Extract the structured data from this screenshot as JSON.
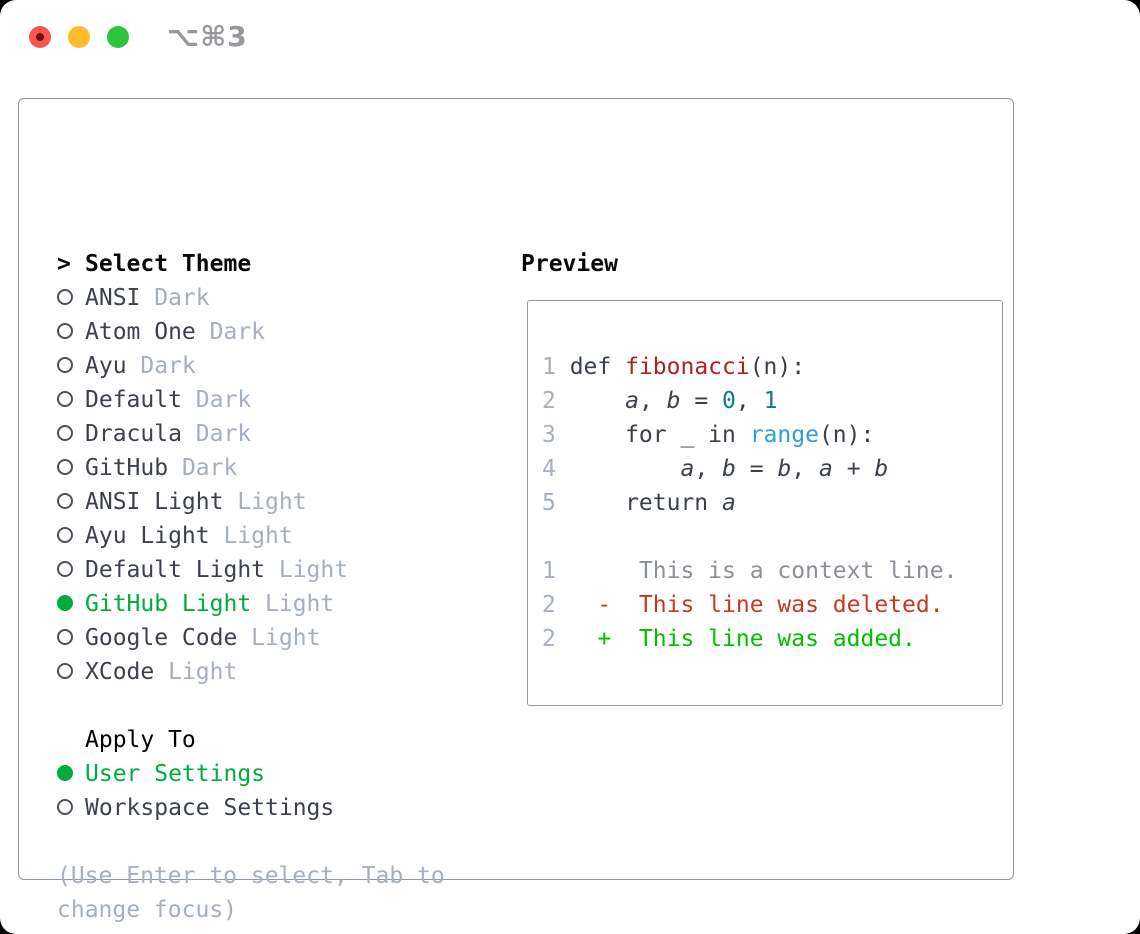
{
  "window": {
    "title": "⌥⌘3",
    "controls": [
      "close",
      "minimize",
      "zoom"
    ]
  },
  "colors": {
    "selection_green": "#00ab40",
    "added_green": "#00bf00",
    "deleted_red": "#c63a22",
    "function_red": "#a7271f",
    "builtin_blue": "#2e9fd6",
    "number_teal": "#0c7d87",
    "code_text": "#3b414b",
    "muted_gray": "#a6afbc",
    "context_gray": "#8b9097",
    "panel_border": "#8e98a4",
    "traffic_red": "#f8564f",
    "traffic_yellow": "#fdbc2e",
    "traffic_green": "#2dc43e"
  },
  "theme_selector": {
    "header": {
      "prefix": ">",
      "label": "Select Theme"
    },
    "themes": [
      {
        "name": "ANSI",
        "variant": "Dark",
        "selected": false
      },
      {
        "name": "Atom One",
        "variant": "Dark",
        "selected": false
      },
      {
        "name": "Ayu",
        "variant": "Dark",
        "selected": false
      },
      {
        "name": "Default",
        "variant": "Dark",
        "selected": false
      },
      {
        "name": "Dracula",
        "variant": "Dark",
        "selected": false
      },
      {
        "name": "GitHub",
        "variant": "Dark",
        "selected": false
      },
      {
        "name": "ANSI Light",
        "variant": "Light",
        "selected": false
      },
      {
        "name": "Ayu Light",
        "variant": "Light",
        "selected": false
      },
      {
        "name": "Default Light",
        "variant": "Light",
        "selected": false
      },
      {
        "name": "GitHub Light",
        "variant": "Light",
        "selected": true
      },
      {
        "name": "Google Code",
        "variant": "Light",
        "selected": false
      },
      {
        "name": "XCode",
        "variant": "Light",
        "selected": false
      }
    ],
    "apply_to": {
      "label": "Apply To",
      "options": [
        {
          "name": "User Settings",
          "selected": true
        },
        {
          "name": "Workspace Settings",
          "selected": false
        }
      ]
    },
    "hint": "(Use Enter to select, Tab to change focus)"
  },
  "preview": {
    "label": "Preview",
    "lines": [
      {
        "num": "1",
        "segs": [
          [
            "def ",
            "code"
          ],
          [
            "fibonacci",
            "func"
          ],
          [
            "(n):",
            "code"
          ]
        ]
      },
      {
        "num": "2",
        "segs": [
          [
            "    ",
            "code"
          ],
          [
            "a",
            "var"
          ],
          [
            ", ",
            "code"
          ],
          [
            "b",
            "var"
          ],
          [
            " = ",
            "code"
          ],
          [
            "0",
            "num"
          ],
          [
            ", ",
            "code"
          ],
          [
            "1",
            "num"
          ]
        ]
      },
      {
        "num": "3",
        "segs": [
          [
            "    for _ in ",
            "code"
          ],
          [
            "range",
            "builtin"
          ],
          [
            "(n):",
            "code"
          ]
        ]
      },
      {
        "num": "4",
        "segs": [
          [
            "        ",
            "code"
          ],
          [
            "a",
            "var"
          ],
          [
            ", ",
            "code"
          ],
          [
            "b",
            "var"
          ],
          [
            " = ",
            "code"
          ],
          [
            "b",
            "var"
          ],
          [
            ", ",
            "code"
          ],
          [
            "a",
            "var"
          ],
          [
            " + ",
            "code"
          ],
          [
            "b",
            "var"
          ]
        ]
      },
      {
        "num": "5",
        "segs": [
          [
            "    return ",
            "code"
          ],
          [
            "a",
            "var"
          ]
        ]
      },
      {
        "num": "",
        "segs": []
      },
      {
        "num": "1",
        "segs": [
          [
            "     ",
            "code"
          ],
          [
            "This is a context line.",
            "context"
          ]
        ]
      },
      {
        "num": "2",
        "segs": [
          [
            "  ",
            "code"
          ],
          [
            "-  This line was deleted.",
            "deleted"
          ]
        ]
      },
      {
        "num": "2",
        "segs": [
          [
            "  ",
            "code"
          ],
          [
            "+  This line was added.",
            "added"
          ]
        ]
      }
    ]
  }
}
